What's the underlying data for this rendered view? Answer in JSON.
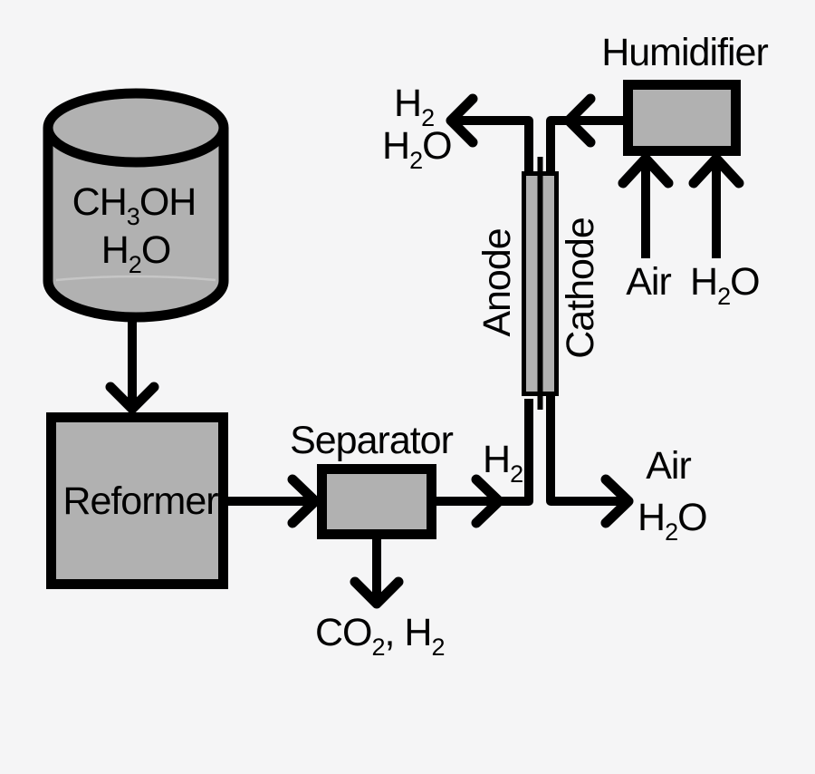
{
  "colors": {
    "background": "#f5f5f6",
    "node_fill": "#b1b1b1",
    "line": "#000000"
  },
  "nodes": {
    "tank": {
      "line1": {
        "a": "CH",
        "sub": "3",
        "b": "OH"
      },
      "line2": {
        "a": "H",
        "sub": "2",
        "b": "O"
      }
    },
    "reformer": {
      "label": "Reformer"
    },
    "separator": {
      "label": "Separator"
    },
    "fuel_cell": {
      "anode_label": "Anode",
      "cathode_label": "Cathode"
    },
    "humidifier": {
      "label": "Humidifier"
    }
  },
  "streams": {
    "anode_exhaust": {
      "line1": {
        "a": "H",
        "sub": "2"
      },
      "line2": {
        "a": "H",
        "sub": "2",
        "b": "O"
      }
    },
    "h2_to_anode": {
      "a": "H",
      "sub": "2"
    },
    "separator_offgas": {
      "p1": "CO",
      "s1": "2",
      "p2": ", H",
      "s2": "2"
    },
    "cathode_exhaust": {
      "air": "Air",
      "h2o": {
        "a": "H",
        "sub": "2",
        "b": "O"
      }
    },
    "humidifier_inlets": {
      "air": "Air",
      "h2o": {
        "a": "H",
        "sub": "2",
        "b": "O"
      }
    }
  }
}
